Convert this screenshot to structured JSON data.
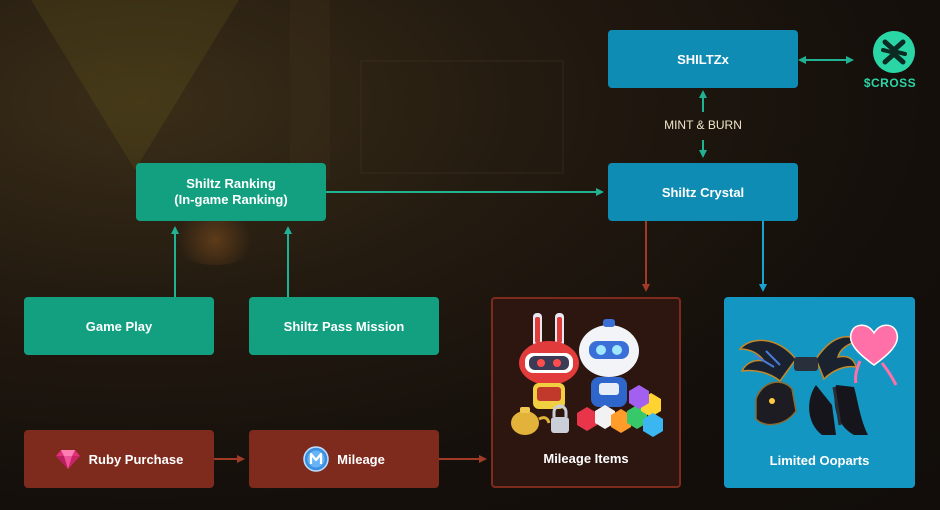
{
  "nodes": {
    "shiltzx": "SHILTZx",
    "crystal": "Shiltz Crystal",
    "ranking_line1": "Shiltz Ranking",
    "ranking_line2": "(In-game Ranking)",
    "gameplay": "Game Play",
    "pass": "Shiltz Pass Mission",
    "ruby": "Ruby Purchase",
    "mileage": "Mileage",
    "mileage_items": "Mileage Items",
    "ooparts": "Limited Ooparts"
  },
  "edge_label_mint_burn": "MINT & BURN",
  "cross_logo_text": "$CROSS",
  "icons": {
    "ruby": "ruby-gem-icon",
    "mileage": "mileage-coin-icon",
    "cross": "cross-logo-icon",
    "mileage_items_art": "mileage-items-illustration",
    "ooparts_art": "limited-ooparts-illustration"
  },
  "colors": {
    "teal": "#12a081",
    "blue": "#0f8cb4",
    "red": "#7e2a1c",
    "teal_arrow": "#1fb393",
    "red_arrow": "#a23a28",
    "cross_green": "#2bd6a6"
  }
}
